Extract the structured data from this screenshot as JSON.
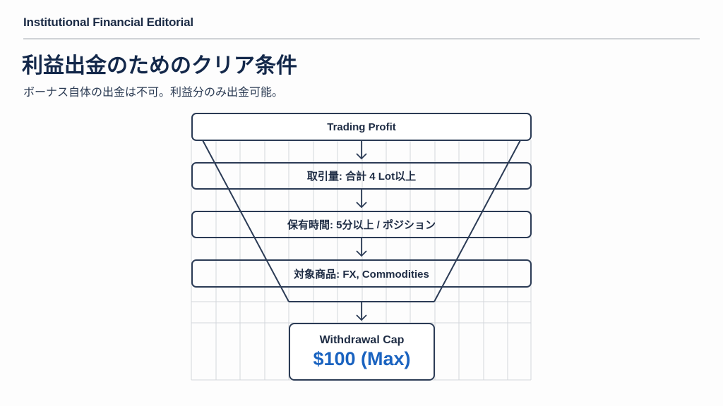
{
  "header": {
    "brand": "Institutional Financial Editorial",
    "title": "利益出金のためのクリア条件",
    "subtitle": "ボーナス自体の出金は不可。利益分のみ出金可能。"
  },
  "funnel": {
    "stages": [
      {
        "label": "Trading Profit"
      },
      {
        "label": "取引量: 合計 4 Lot以上"
      },
      {
        "label": "保有時間: 5分以上 / ポジション"
      },
      {
        "label": "対象商品: FX, Commodities"
      }
    ],
    "result": {
      "label": "Withdrawal Cap",
      "value": "$100 (Max)"
    },
    "icons": [
      "arrow-down-icon"
    ]
  },
  "colors": {
    "text_primary": "#13284a",
    "border": "#2b3b55",
    "grid": "#d4d7db",
    "accent_blue": "#1a63c0"
  }
}
